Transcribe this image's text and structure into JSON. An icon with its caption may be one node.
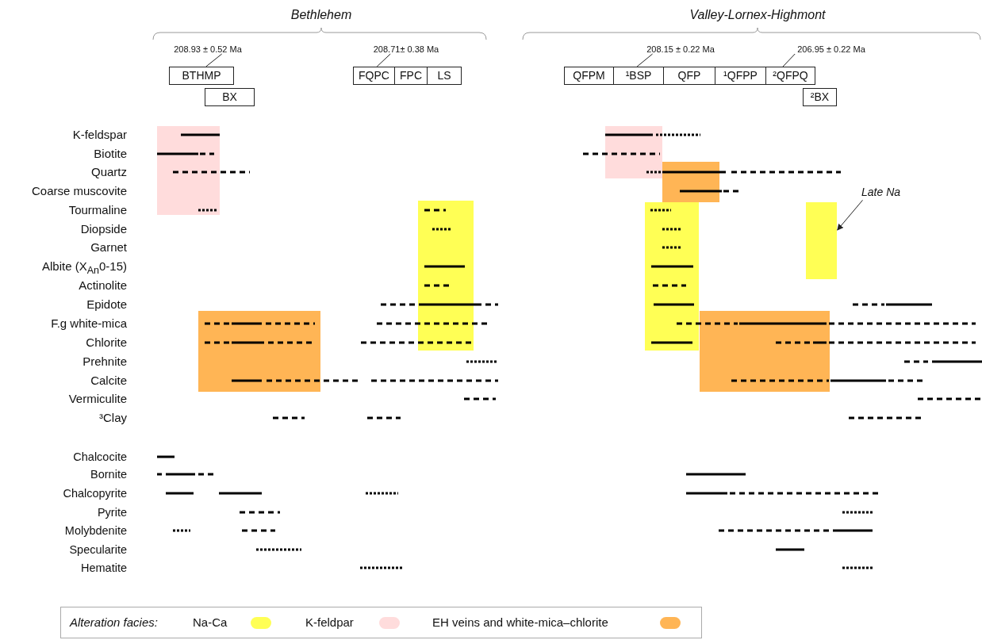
{
  "diagram": {
    "nodes": [
      {
        "text": [
          "208.93 ± 0.52 Ma"
        ]
      },
      {
        "text": [
          "BTHMP"
        ]
      },
      {
        "text": [
          "BX"
        ]
      },
      {
        "text": [
          "208.71± 0.38 Ma"
        ]
      },
      {
        "text": [
          "FQPC"
        ]
      },
      {
        "text": [
          "FPC"
        ]
      },
      {
        "text": [
          "LS"
        ]
      },
      {
        "text": [
          "208.15 ± 0.22 Ma"
        ]
      },
      {
        "text": [
          "206.95 ± 0.22 Ma"
        ]
      },
      {
        "text": [
          "QFPM"
        ]
      },
      {
        "text": [
          "¹BSP"
        ]
      },
      {
        "text": [
          "QFP"
        ]
      },
      {
        "text": [
          "¹QFPP"
        ]
      },
      {
        "text": [
          "²QFPQ"
        ]
      },
      {
        "text": [
          "²BX"
        ]
      },
      {
        "text": [
          "Late Na"
        ]
      },
      {
        "text": [],
        "shape": "box"
      }
    ],
    "edges": [
      {
        "from": 0,
        "to": 1,
        "arrow": "none"
      },
      {
        "from": 3,
        "to": 4,
        "arrow": "none"
      },
      {
        "from": 7,
        "to": 10,
        "arrow": "none"
      },
      {
        "from": 8,
        "to": 13,
        "arrow": "none"
      },
      {
        "from": 15,
        "to": 16,
        "arrow": "to"
      }
    ],
    "labels": [
      "Bethlehem",
      "Valley-Lornex-Highmont",
      "K-feldspar",
      "Biotite",
      "Quartz",
      "Coarse muscovite",
      "Tourmaline",
      "Diopside",
      "Garnet",
      "Albite (X$_{An}$0-15)",
      "Actinolite",
      "Epidote",
      "F.g white-mica",
      "Chlorite",
      "Prehnite",
      "Calcite",
      "Vermiculite",
      "³Clay",
      "Chalcocite",
      "Bornite",
      "Chalcopyrite",
      "Pyrite",
      "Molybdenite",
      "Specularite",
      "Hematite",
      "Alteration facies:"
    ],
    "legend": [
      {
        "text": "Na-Ca",
        "color": "#ffff55"
      },
      {
        "text": "K-feldpar",
        "color": "#ffdcdc"
      },
      {
        "text": "EH veins and white-mica–chlorite",
        "color": "#ffb555"
      }
    ]
  }
}
